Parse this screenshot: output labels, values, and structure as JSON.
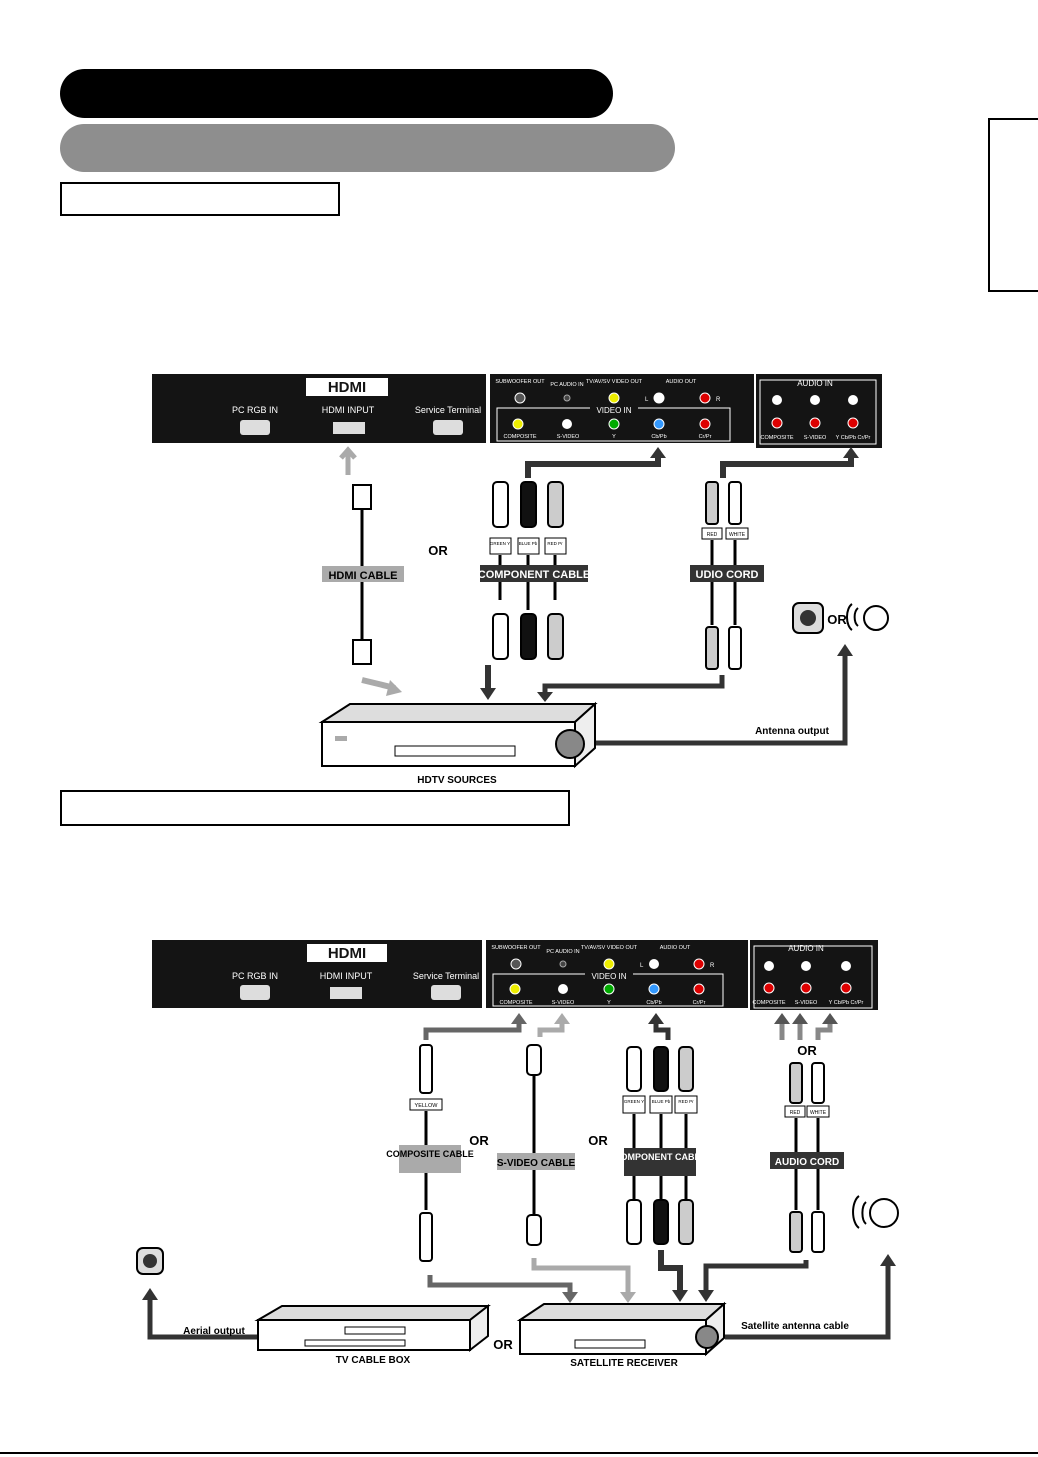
{
  "panel": {
    "hdmi_logo": "HDMI",
    "pc_rgb_in": "PC RGB IN",
    "hdmi_input": "HDMI INPUT",
    "service_terminal": "Service Terminal",
    "subwoofer_out": "SUBWOOFER OUT",
    "pc_audio_in": "PC AUDIO IN",
    "tv_av_sv_video_out": "TV/AV/SV VIDEO OUT",
    "audio_out": "AUDIO OUT",
    "video_in": "VIDEO IN",
    "composite": "COMPOSITE",
    "s_video": "S-VIDEO",
    "y": "Y",
    "cb_pb": "Cb/Pb",
    "cr_pr": "Cr/Pr",
    "audio_in": "AUDIO IN",
    "y_cb_cr": "Y Cb/Pb Cr/Pr",
    "l": "L",
    "r": "R"
  },
  "diagram1": {
    "or_label": "OR",
    "hdmi_cable": "HDMI CABLE",
    "component_cable": "COMPONENT CABLE",
    "audio_cord": "UDIO CORD",
    "green_y": "GREEN Y",
    "blue_pb": "BLUE Pb",
    "red_pr": "RED Pr",
    "red": "RED",
    "white": "WHITE",
    "antenna_output": "Antenna output",
    "hdtv_sources": "HDTV SOURCES"
  },
  "diagram2": {
    "or_label": "OR",
    "yellow": "YELLOW",
    "composite_cable": "COMPOSITE CABLE",
    "s_video_cable": "S-VIDEO CABLE",
    "component_cable": "COMPONENT CABLE",
    "audio_cord": "AUDIO CORD",
    "aerial_output": "Aerial output",
    "satellite_antenna_cable": "Satellite antenna cable",
    "tv_cable_box": "TV CABLE BOX",
    "satellite_receiver": "SATELLITE RECEIVER"
  }
}
